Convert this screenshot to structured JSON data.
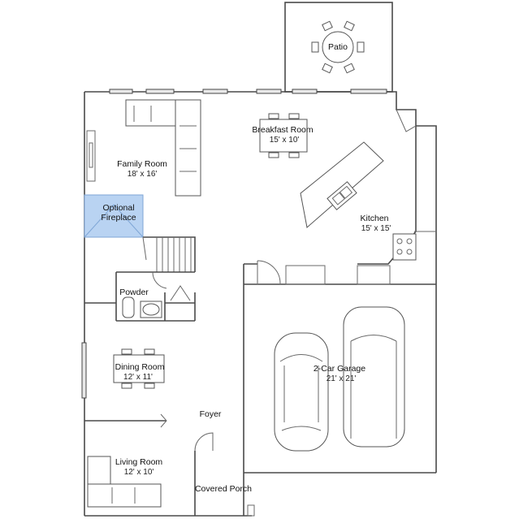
{
  "rooms": {
    "patio": {
      "label": "Patio"
    },
    "breakfast": {
      "label": "Breakfast Room",
      "dim": "15' x 10'"
    },
    "family": {
      "label": "Family Room",
      "dim": "18' x 16'"
    },
    "fireplace": {
      "line1": "Optional",
      "line2": "Fireplace"
    },
    "kitchen": {
      "label": "Kitchen",
      "dim": "15' x 15'"
    },
    "powder": {
      "label": "Powder"
    },
    "garage": {
      "label": "2-Car Garage",
      "dim": "21' x 21'"
    },
    "dining": {
      "label": "Dining Room",
      "dim": "12' x 11'"
    },
    "foyer": {
      "label": "Foyer"
    },
    "living": {
      "label": "Living Room",
      "dim": "12' x 10'"
    },
    "porch": {
      "label": "Covered Porch"
    }
  },
  "colors": {
    "fireplace_fill": "#b9d3f2",
    "fireplace_stroke": "#7fa6d6",
    "walls": "#4a4a4a"
  }
}
